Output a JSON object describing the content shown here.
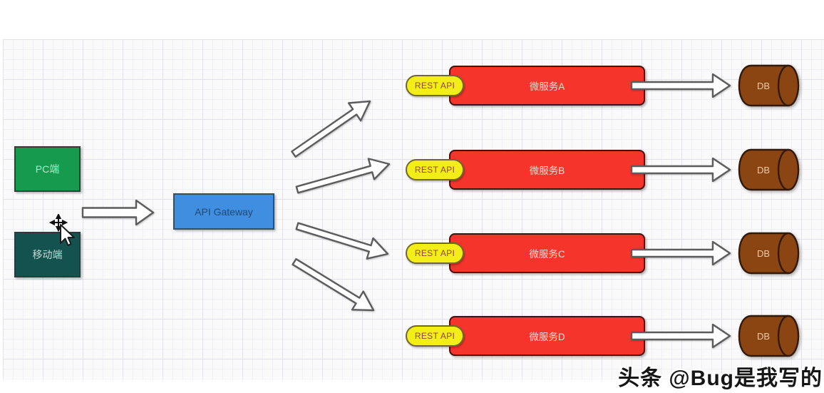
{
  "diagram": {
    "clients": [
      {
        "label": "PC端"
      },
      {
        "label": "移动端"
      }
    ],
    "gateway": {
      "label": "API Gateway"
    },
    "services": [
      {
        "name": "微服务A",
        "api_badge": "REST API",
        "db": "DB"
      },
      {
        "name": "微服务B",
        "api_badge": "REST API",
        "db": "DB"
      },
      {
        "name": "微服务C",
        "api_badge": "REST API",
        "db": "DB"
      },
      {
        "name": "微服务D",
        "api_badge": "REST API",
        "db": "DB"
      }
    ]
  },
  "watermark": "头条 @Bug是我写的",
  "colors": {
    "client_pc": "#169a4e",
    "client_mobile": "#14524f",
    "gateway": "#3f8ee0",
    "service": "#f5342c",
    "api_badge": "#f3ee18",
    "database": "#8a4513",
    "arrow_outline": "#5c5c5c"
  }
}
